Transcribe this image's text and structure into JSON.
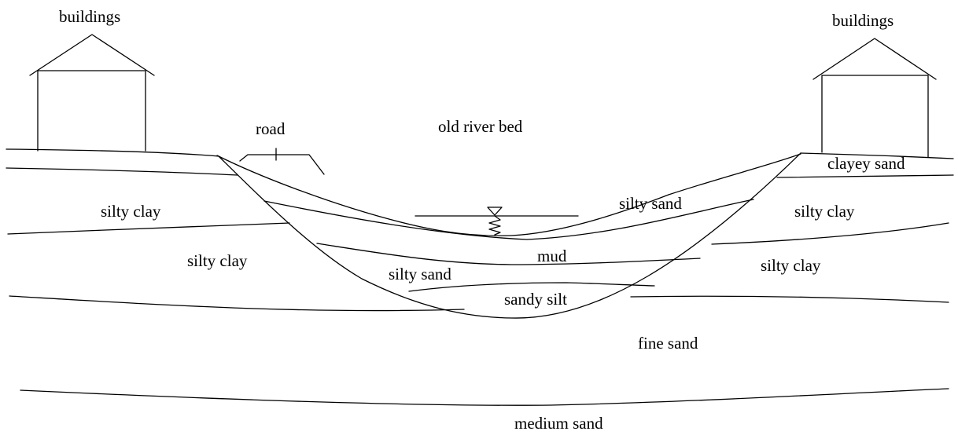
{
  "diagram": {
    "labels": {
      "buildings_left": "buildings",
      "buildings_right": "buildings",
      "road": "road",
      "old_river_bed": "old river bed",
      "clayey_sand": "clayey sand",
      "silty_sand_upper": "silty sand",
      "silty_clay_upper_left": "silty clay",
      "silty_clay_upper_right": "silty clay",
      "silty_clay_lower_left": "silty clay",
      "silty_clay_lower_right": "silty clay",
      "mud": "mud",
      "silty_sand_lower": "silty sand",
      "sandy_silt": "sandy silt",
      "fine_sand": "fine sand",
      "medium_sand": "medium sand"
    },
    "symbols": {
      "water_table": "water-table-symbol"
    },
    "colors": {
      "line": "#000000",
      "background": "#ffffff"
    }
  }
}
